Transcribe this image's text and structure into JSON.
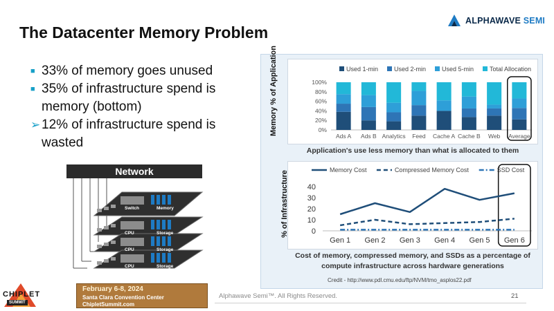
{
  "slide": {
    "title": "The Datacenter Memory Problem",
    "bullets": [
      "33% of memory goes unused",
      "35% of infrastructure spend is memory (bottom)",
      "12% of infrastructure spend is wasted"
    ],
    "logo": {
      "name": "ALPHAWAVE",
      "accent": "SEMI"
    },
    "footer": "Alphawave Semi™. All Rights Reserved.",
    "page_number": "21",
    "server_label": "Network",
    "server_layers": [
      {
        "chip1": "Switch",
        "chip2": "Memory"
      },
      {
        "chip1": "CPU",
        "chip2": "Storage"
      },
      {
        "chip1": "CPU",
        "chip2": "Storage"
      },
      {
        "chip1": "CPU",
        "chip2": "Storage"
      }
    ],
    "event": {
      "dates": "February 6-8, 2024",
      "venue": "Santa Clara Convention Center",
      "site": "ChipletSummit.com",
      "brand": "CHIPLET",
      "brand_sub": "SUMMIT"
    },
    "caption_top": "Application's use less memory than what is allocated to them",
    "caption_bottom": "Cost of memory, compressed memory, and SSDs as a percentage of compute infrastructure across hardware generations",
    "credit": "Credit - http://www.pdl.cmu.edu/ftp/NVM/tmo_asplos22.pdf",
    "colors": {
      "accent": "#18a0c8",
      "navy": "#1f4e79",
      "brand_dark": "#0b2a4a",
      "brand_blue": "#1e7bc4"
    },
    "icons": {
      "logo": "alphawave-logo-icon",
      "bullet": "square-bullet-icon",
      "arrow_bullet": "arrow-bullet-icon"
    }
  },
  "chart_data": [
    {
      "type": "bar",
      "stacked": true,
      "ylabel": "Memory % of Application",
      "categories": [
        "Ads A",
        "Ads B",
        "Analytics",
        "Feed",
        "Cache A",
        "Cache B",
        "Web",
        "Average"
      ],
      "yticks": [
        "0%",
        "20%",
        "40%",
        "60%",
        "80%",
        "100%"
      ],
      "ylim": [
        0,
        100
      ],
      "legend": "top",
      "highlight": "Average",
      "series": [
        {
          "name": "Used 1-min",
          "color": "#1f4e79",
          "values": [
            38,
            20,
            18,
            30,
            40,
            27,
            30,
            22
          ]
        },
        {
          "name": "Used 2-min",
          "color": "#2e75b6",
          "values": [
            17,
            28,
            19,
            22,
            0,
            18,
            15,
            24
          ]
        },
        {
          "name": "Used 5-min",
          "color": "#2e9fd8",
          "values": [
            20,
            25,
            20,
            30,
            22,
            25,
            8,
            20
          ]
        },
        {
          "name": "Total Allocation",
          "color": "#22b8d8",
          "values": [
            25,
            27,
            43,
            18,
            38,
            30,
            47,
            34
          ]
        }
      ]
    },
    {
      "type": "line",
      "ylabel": "% of Infrastructure",
      "categories": [
        "Gen 1",
        "Gen 2",
        "Gen 3",
        "Gen 4",
        "Gen 5",
        "Gen 6"
      ],
      "yticks": [
        "0",
        "10",
        "20",
        "30",
        "40"
      ],
      "ylim": [
        0,
        45
      ],
      "legend": "top",
      "highlight": "Gen 6",
      "series": [
        {
          "name": "Memory Cost",
          "style": "solid",
          "color": "#1f4e79",
          "values": [
            15,
            25,
            17,
            38,
            28,
            34
          ]
        },
        {
          "name": "Compressed Memory Cost",
          "style": "dash",
          "color": "#1f4e79",
          "values": [
            5,
            10,
            6,
            7,
            8,
            11
          ]
        },
        {
          "name": "SSD Cost",
          "style": "dashdot",
          "color": "#2e75b6",
          "values": [
            1,
            1,
            1,
            1,
            1,
            1
          ]
        }
      ]
    }
  ]
}
